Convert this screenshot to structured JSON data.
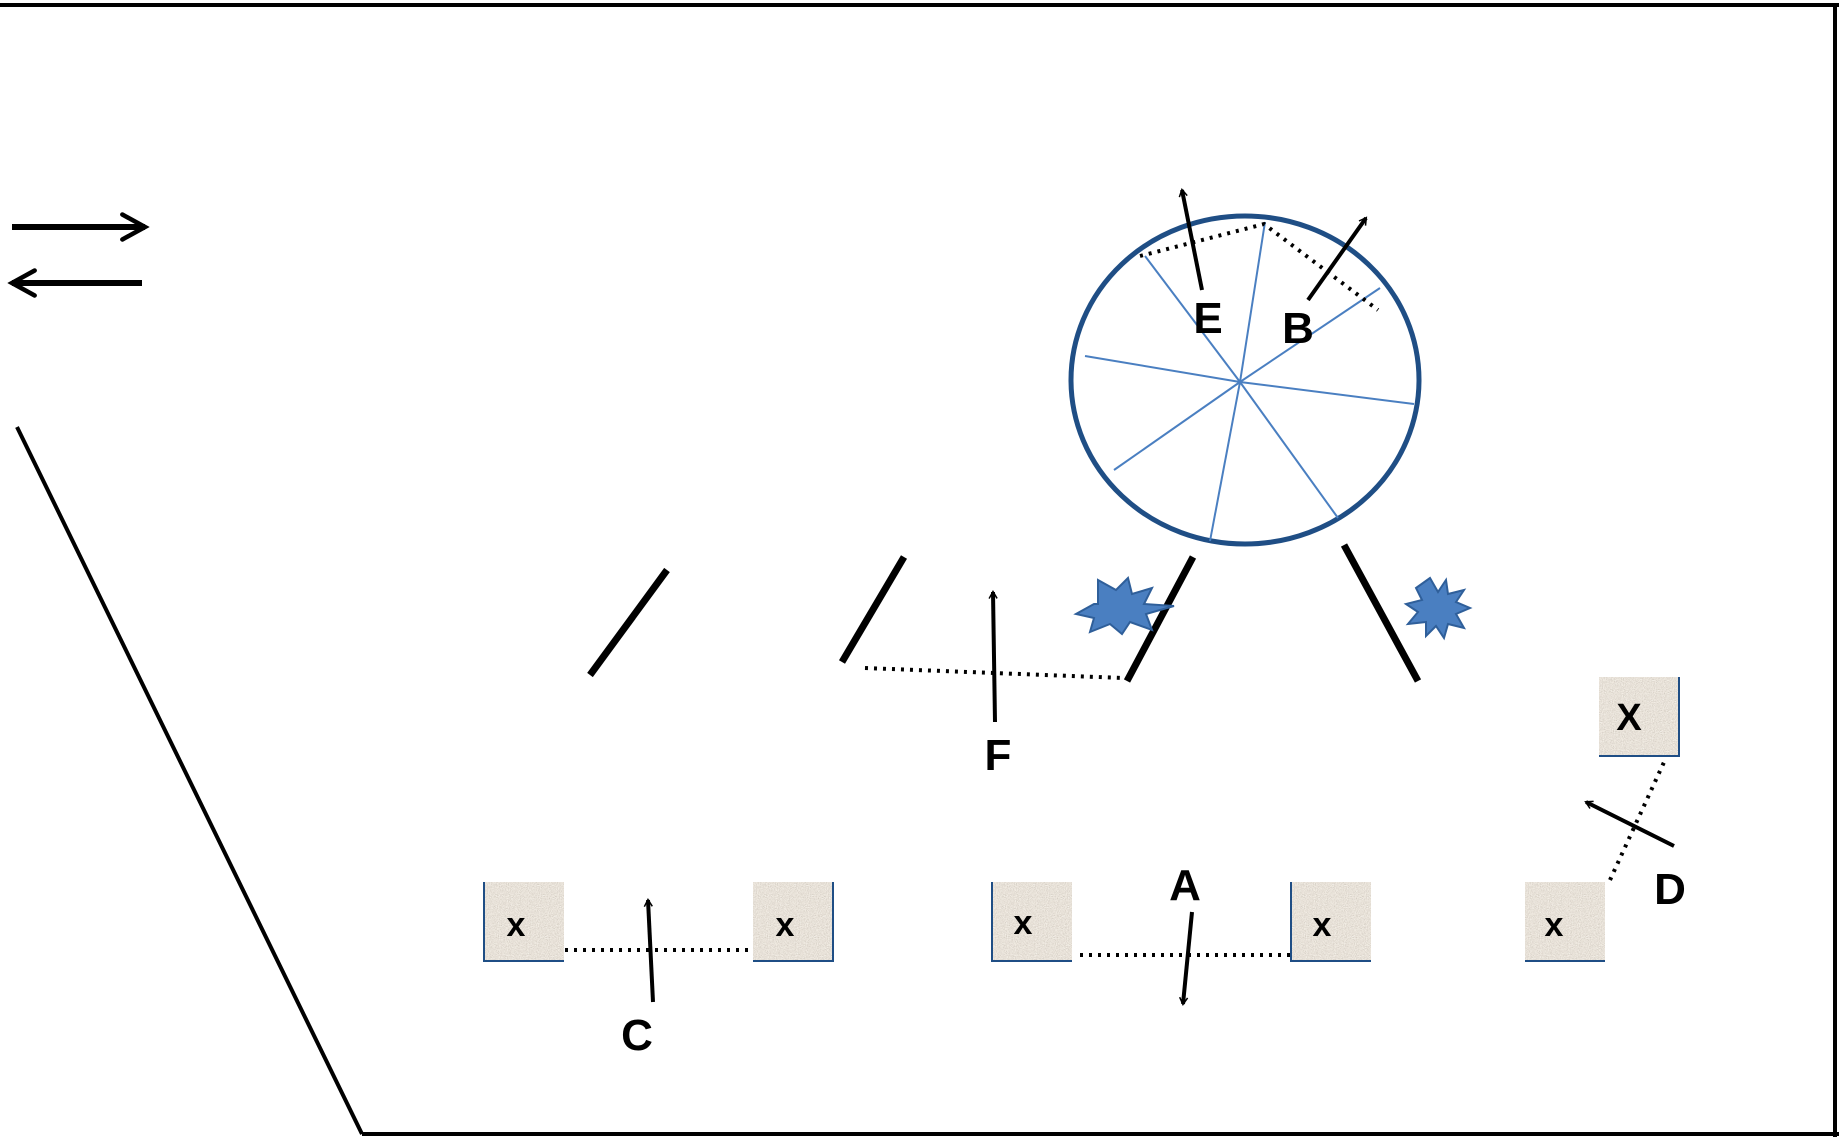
{
  "labels": {
    "A": "A",
    "B": "B",
    "C": "C",
    "D": "D",
    "E": "E",
    "F": "F"
  },
  "markers": [
    "x",
    "x",
    "x",
    "x",
    "x",
    "X"
  ],
  "colors": {
    "ink": "#000000",
    "wheel_outline": "#1f4e85",
    "wheel_spokes": "#4a7fc1",
    "burst_fill": "#4a7fc1",
    "burst_stroke": "#2f5f9a",
    "tile_fill": "#a89a88"
  },
  "icons": [
    "double-arrow-right-left-icon",
    "burst-icon",
    "gravel-tile-icon",
    "wheel-icon"
  ]
}
